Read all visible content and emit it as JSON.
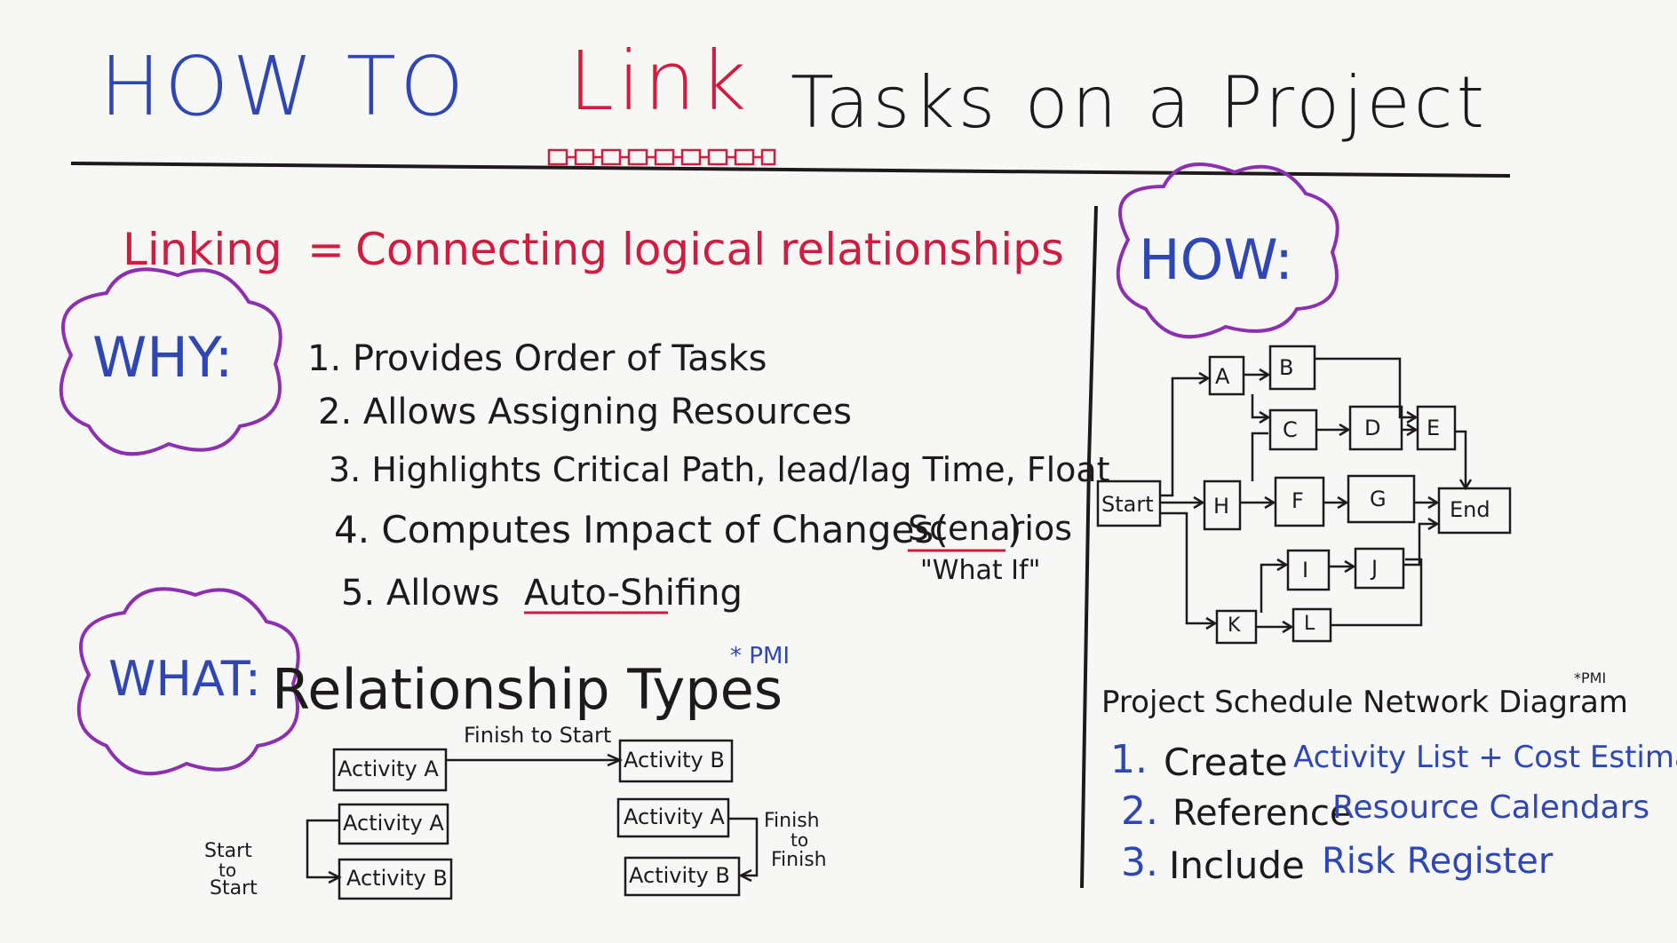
{
  "title": {
    "how_to": "HOW TO",
    "link": "Link",
    "rest": "Tasks on a Project"
  },
  "definition": {
    "term": "Linking",
    "equals": "=",
    "meaning": "Connecting logical relationships"
  },
  "why": {
    "label": "WHY:",
    "items": [
      "1. Provides Order of Tasks",
      "2. Allows Assigning Resources",
      "3. Highlights Critical Path, lead/lag Time, Float",
      "4. Computes Impact of Changes(",
      "5. Allows "
    ],
    "item4_scenarios": "Scenarios",
    "item4_close": ")",
    "item4_note": "\"What If\"",
    "item5_auto": "Auto-Shifing"
  },
  "what": {
    "label": "WHAT:",
    "heading": "Relationship Types",
    "footnote": "* PMI",
    "finish_to_start": {
      "label": "Finish to Start",
      "from": "Activity A",
      "to": "Activity B"
    },
    "start_to_start": {
      "label_lines": [
        "Start",
        "to",
        "Start"
      ],
      "from": "Activity A",
      "to": "Activity B"
    },
    "finish_to_finish": {
      "label_lines": [
        "Finish",
        "to",
        "Finish"
      ],
      "from": "Activity A",
      "to": "Activity B"
    }
  },
  "how": {
    "label": "HOW:",
    "network": {
      "nodes": [
        "Start",
        "A",
        "B",
        "C",
        "D",
        "E",
        "H",
        "F",
        "G",
        "End",
        "I",
        "J",
        "K",
        "L"
      ]
    },
    "caption": "Project Schedule Network Diagram",
    "caption_note": "*PMI",
    "steps": [
      {
        "num": "1.",
        "black": "Create",
        "blue": "Activity List + Cost Estimates"
      },
      {
        "num": "2.",
        "black": "Reference",
        "blue": "Resource Calendars"
      },
      {
        "num": "3.",
        "black": "Include",
        "blue": "Risk Register"
      }
    ]
  },
  "colors": {
    "ink_black": "#1e1a1c",
    "ink_blue": "#2f47b4",
    "ink_red": "#d11c40",
    "ink_purple": "#8c2fb0"
  }
}
